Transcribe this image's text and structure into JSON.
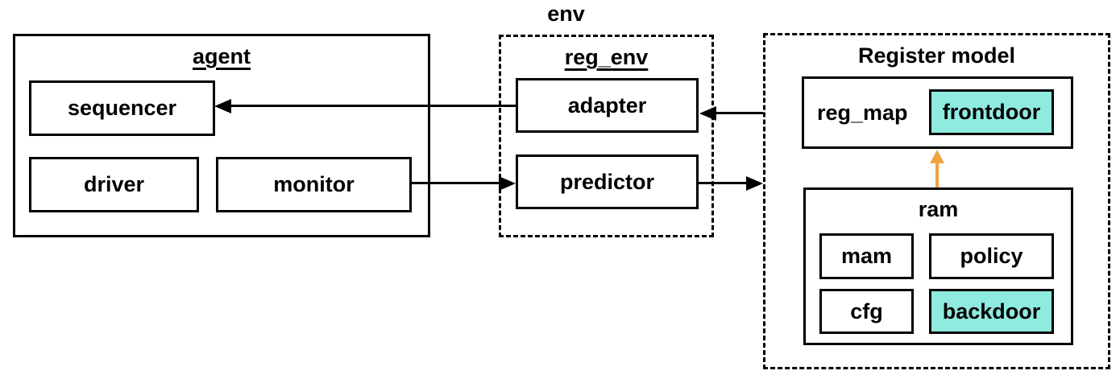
{
  "nodes": {
    "agent": {
      "title": "agent",
      "sequencer": "sequencer",
      "driver": "driver",
      "monitor": "monitor"
    },
    "env": {
      "label": "env"
    },
    "reg_env": {
      "title": "reg_env",
      "adapter": "adapter",
      "predictor": "predictor"
    },
    "register_model": {
      "title": "Register model",
      "reg_map": {
        "label": "reg_map",
        "frontdoor": "frontdoor"
      },
      "ram": {
        "title": "ram",
        "mam": "mam",
        "policy": "policy",
        "cfg": "cfg",
        "backdoor": "backdoor"
      }
    }
  },
  "edges": [
    {
      "from": "adapter",
      "to": "sequencer",
      "color": "black"
    },
    {
      "from": "monitor",
      "to": "predictor",
      "color": "black"
    },
    {
      "from": "register_model",
      "to": "adapter",
      "color": "black"
    },
    {
      "from": "predictor",
      "to": "register_model",
      "color": "black"
    },
    {
      "from": "ram",
      "to": "reg_map",
      "color": "orange"
    }
  ],
  "colors": {
    "highlight": "#8FEADF",
    "arrow": "#F0A345",
    "line": "#000000",
    "background": "#FFFFFF"
  }
}
